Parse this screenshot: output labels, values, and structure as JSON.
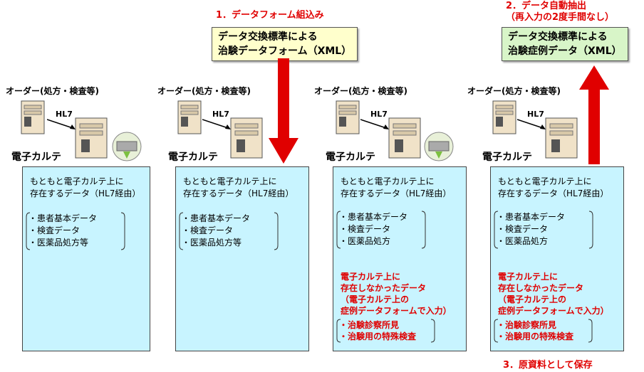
{
  "steps": {
    "step1": "1．データフォーム組込み",
    "step2_line1": "2．データ自動抽出",
    "step2_line2": "（再入力の2度手間なし）",
    "step3": "3．原資料として保存"
  },
  "xml_form": {
    "line1": "データ交換標準による",
    "line2": "治験データフォーム（XML）"
  },
  "xml_case": {
    "line1": "データ交換標準による",
    "line2": "治験症例データ（XML）"
  },
  "columns": [
    {
      "order_label": "オーダー(処方・検査等)",
      "hl7": "HL7",
      "emr_label": "電子カルテ",
      "intro1": "もともと電子カルテ上に",
      "intro2": "存在するデータ（HL7経由）",
      "items": [
        "・患者基本データ",
        "・検査データ",
        "・医薬品処方等"
      ]
    },
    {
      "order_label": "オーダー(処方・検査等)",
      "hl7": "HL7",
      "emr_label": "電子カルテ",
      "intro1": "もともと電子カルテ上に",
      "intro2": "存在するデータ（HL7経由）",
      "items": [
        "・患者基本データ",
        "・検査データ",
        "・医薬品処方等"
      ]
    },
    {
      "order_label": "オーダー(処方・検査等)",
      "hl7": "HL7",
      "emr_label": "電子カルテ",
      "intro1": "もともと電子カルテ上に",
      "intro2": "存在するデータ（HL7経由）",
      "items": [
        "・患者基本データ",
        "・検査データ",
        "・医薬品処方"
      ],
      "red1": "電子カルテ上に",
      "red2": "存在しなかったデータ",
      "red3": "（電子カルテ上の",
      "red4": "症例データフォームで入力）",
      "red_items": [
        "・治験診察所見",
        "・治験用の特殊検査"
      ]
    },
    {
      "order_label": "オーダー(処方・検査等)",
      "hl7": "HL7",
      "emr_label": "電子カルテ",
      "intro1": "もともと電子カルテ上に",
      "intro2": "存在するデータ（HL7経由）",
      "items": [
        "・患者基本データ",
        "・検査データ",
        "・医薬品処方"
      ],
      "red1": "電子カルテ上に",
      "red2": "存在しなかったデータ",
      "red3": "（電子カルテ上の",
      "red4": "症例データフォームで入力）",
      "red_items": [
        "・治験診察所見",
        "・治験用の特殊検査"
      ]
    }
  ],
  "colors": {
    "box_fill": "#c8f4ff",
    "arrow_red": "#e00000",
    "xml_yellow": "#ffffcc",
    "xml_green": "#d8f5c8"
  },
  "icons": [
    "server-icon",
    "server-pc-icon",
    "keyboard-input-icon",
    "red-down-arrow",
    "red-up-arrow"
  ]
}
